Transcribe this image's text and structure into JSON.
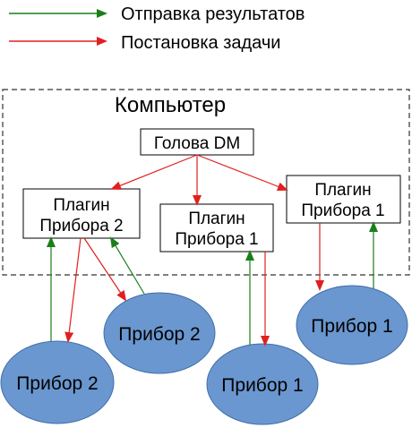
{
  "colors": {
    "results_arrow": "#1a7f1a",
    "task_arrow": "#e02020",
    "device_fill": "#6a97cf",
    "device_stroke": "#3f6fa8",
    "box_stroke": "#000000",
    "boundary_stroke": "#333333"
  },
  "legend": {
    "results_label": "Отправка результатов",
    "task_label": "Постановка задачи"
  },
  "computer": {
    "title": "Компьютер",
    "head": "Голова DM",
    "plugin_left": {
      "line1": "Плагин",
      "line2": "Прибора 2"
    },
    "plugin_middle": {
      "line1": "Плагин",
      "line2": "Прибора 1"
    },
    "plugin_right": {
      "line1": "Плагин",
      "line2": "Прибора 1"
    }
  },
  "devices": {
    "device_2_upper": "Прибор 2",
    "device_2_lower": "Прибор 2",
    "device_1_lower": "Прибор 1",
    "device_1_upper": "Прибор 1"
  }
}
